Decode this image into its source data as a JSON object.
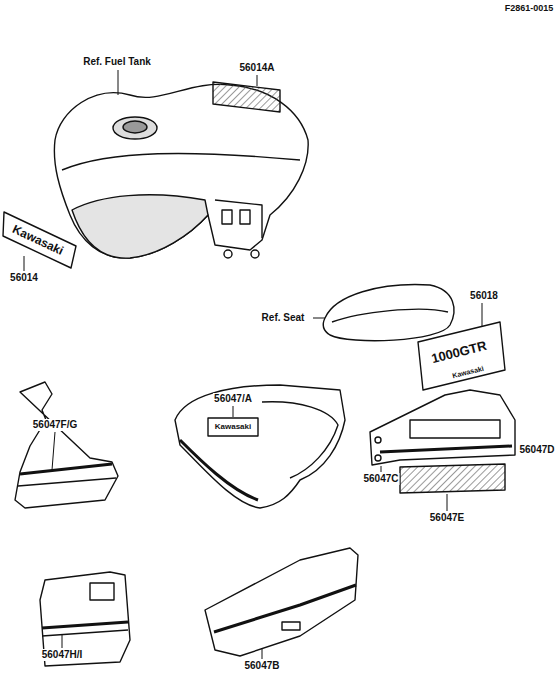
{
  "diagram": {
    "labels": [
      "F2861-0015",
      "Ref. Fuel Tank",
      "56014A",
      "Kawasaki",
      "56014",
      "Ref. Seat",
      "56018",
      "1000GTR",
      "Kawasaki",
      "56047/A",
      "Kawasaki",
      "56047F/G",
      "56047C",
      "56047D",
      "56047E",
      "56047H/I",
      "56047B"
    ]
  }
}
